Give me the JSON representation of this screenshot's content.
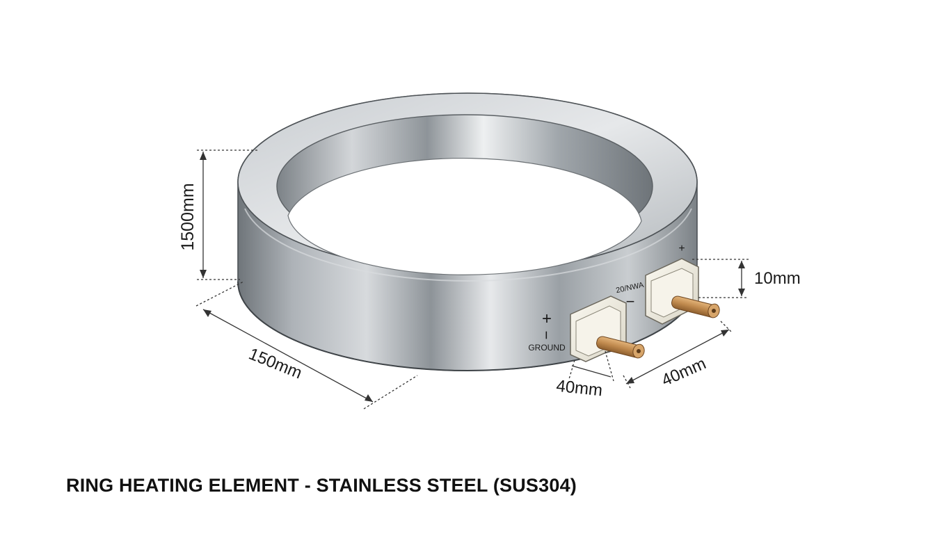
{
  "drawing": {
    "caption": "RING HEATING ELEMENT - STAINLESS STEEL (SUS304)",
    "dimensions": {
      "height": "1500mm",
      "depth": "150mm",
      "terminal_height": "10mm",
      "terminal_spacing_left": "40mm",
      "terminal_spacing_right": "40mm"
    },
    "markings": {
      "plus_left": "+",
      "minus_left": "−",
      "ground": "GROUND",
      "model_code": "20/NWA",
      "minus_right": "−",
      "plus_right": "+"
    },
    "colors": {
      "steel_light": "#e9ecee",
      "steel_mid": "#b6bbc0",
      "steel_dark": "#7d8388",
      "terminal_ceramic": "#f2efe3",
      "terminal_pin": "#c8955a",
      "dimension_line": "#333333"
    }
  }
}
